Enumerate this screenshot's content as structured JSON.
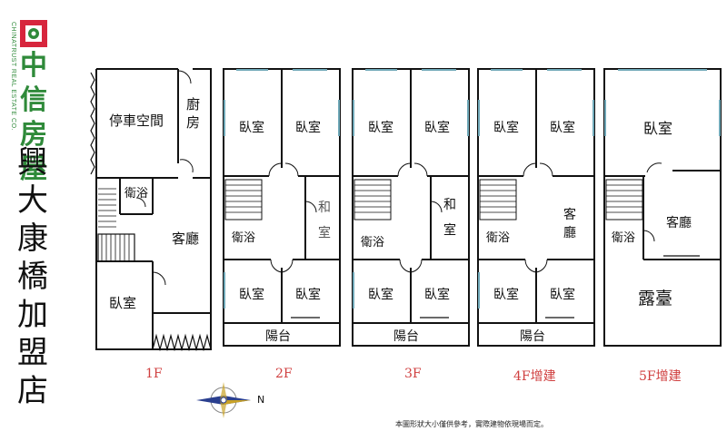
{
  "brand": {
    "logo_icon": "chinatrust-logo-icon",
    "chinese": [
      "中",
      "信",
      "房",
      "屋"
    ],
    "english": "CHINATRUST REAL ESTATE CO.",
    "colors": {
      "green": "#2f8a3a",
      "red": "#d7263d"
    }
  },
  "title_chars": [
    "興",
    "大",
    "康",
    "橋",
    "加",
    "盟",
    "店"
  ],
  "floors": [
    {
      "label": "1F",
      "rooms": {
        "parking": "停車空間",
        "kitchen_1": "廚",
        "kitchen_2": "房",
        "bath": "衛浴",
        "living": "客廳",
        "bedroom": "臥室"
      }
    },
    {
      "label": "2F",
      "rooms": {
        "bed_tl": "臥室",
        "bed_tr": "臥室",
        "washitsu_1": "和",
        "washitsu_2": "室",
        "bath": "衛浴",
        "bed_bl": "臥室",
        "bed_br": "臥室",
        "balcony": "陽台"
      }
    },
    {
      "label": "3F",
      "rooms": {
        "bed_tl": "臥室",
        "bed_tr": "臥室",
        "washitsu_1": "和",
        "washitsu_2": "室",
        "bath": "衛浴",
        "bed_bl": "臥室",
        "bed_br": "臥室",
        "balcony": "陽台"
      }
    },
    {
      "label": "4F增建",
      "rooms": {
        "bed_tl": "臥室",
        "bed_tr": "臥室",
        "living_1": "客",
        "living_2": "廳",
        "bath": "衛浴",
        "bed_bl": "臥室",
        "bed_br": "臥室",
        "balcony": "陽台"
      }
    },
    {
      "label": "5F增建",
      "rooms": {
        "bed": "臥室",
        "living": "客廳",
        "bath": "衛浴",
        "terrace": "露臺"
      }
    }
  ],
  "compass": {
    "icon": "compass-icon",
    "label": "N"
  },
  "note": "本圖形狀大小僅供參考，實際建物依現場而定。",
  "colors": {
    "wall": "#111111",
    "window": "#6fa8b8",
    "floor_label": "#d04040",
    "door_red": "#c0392b"
  }
}
